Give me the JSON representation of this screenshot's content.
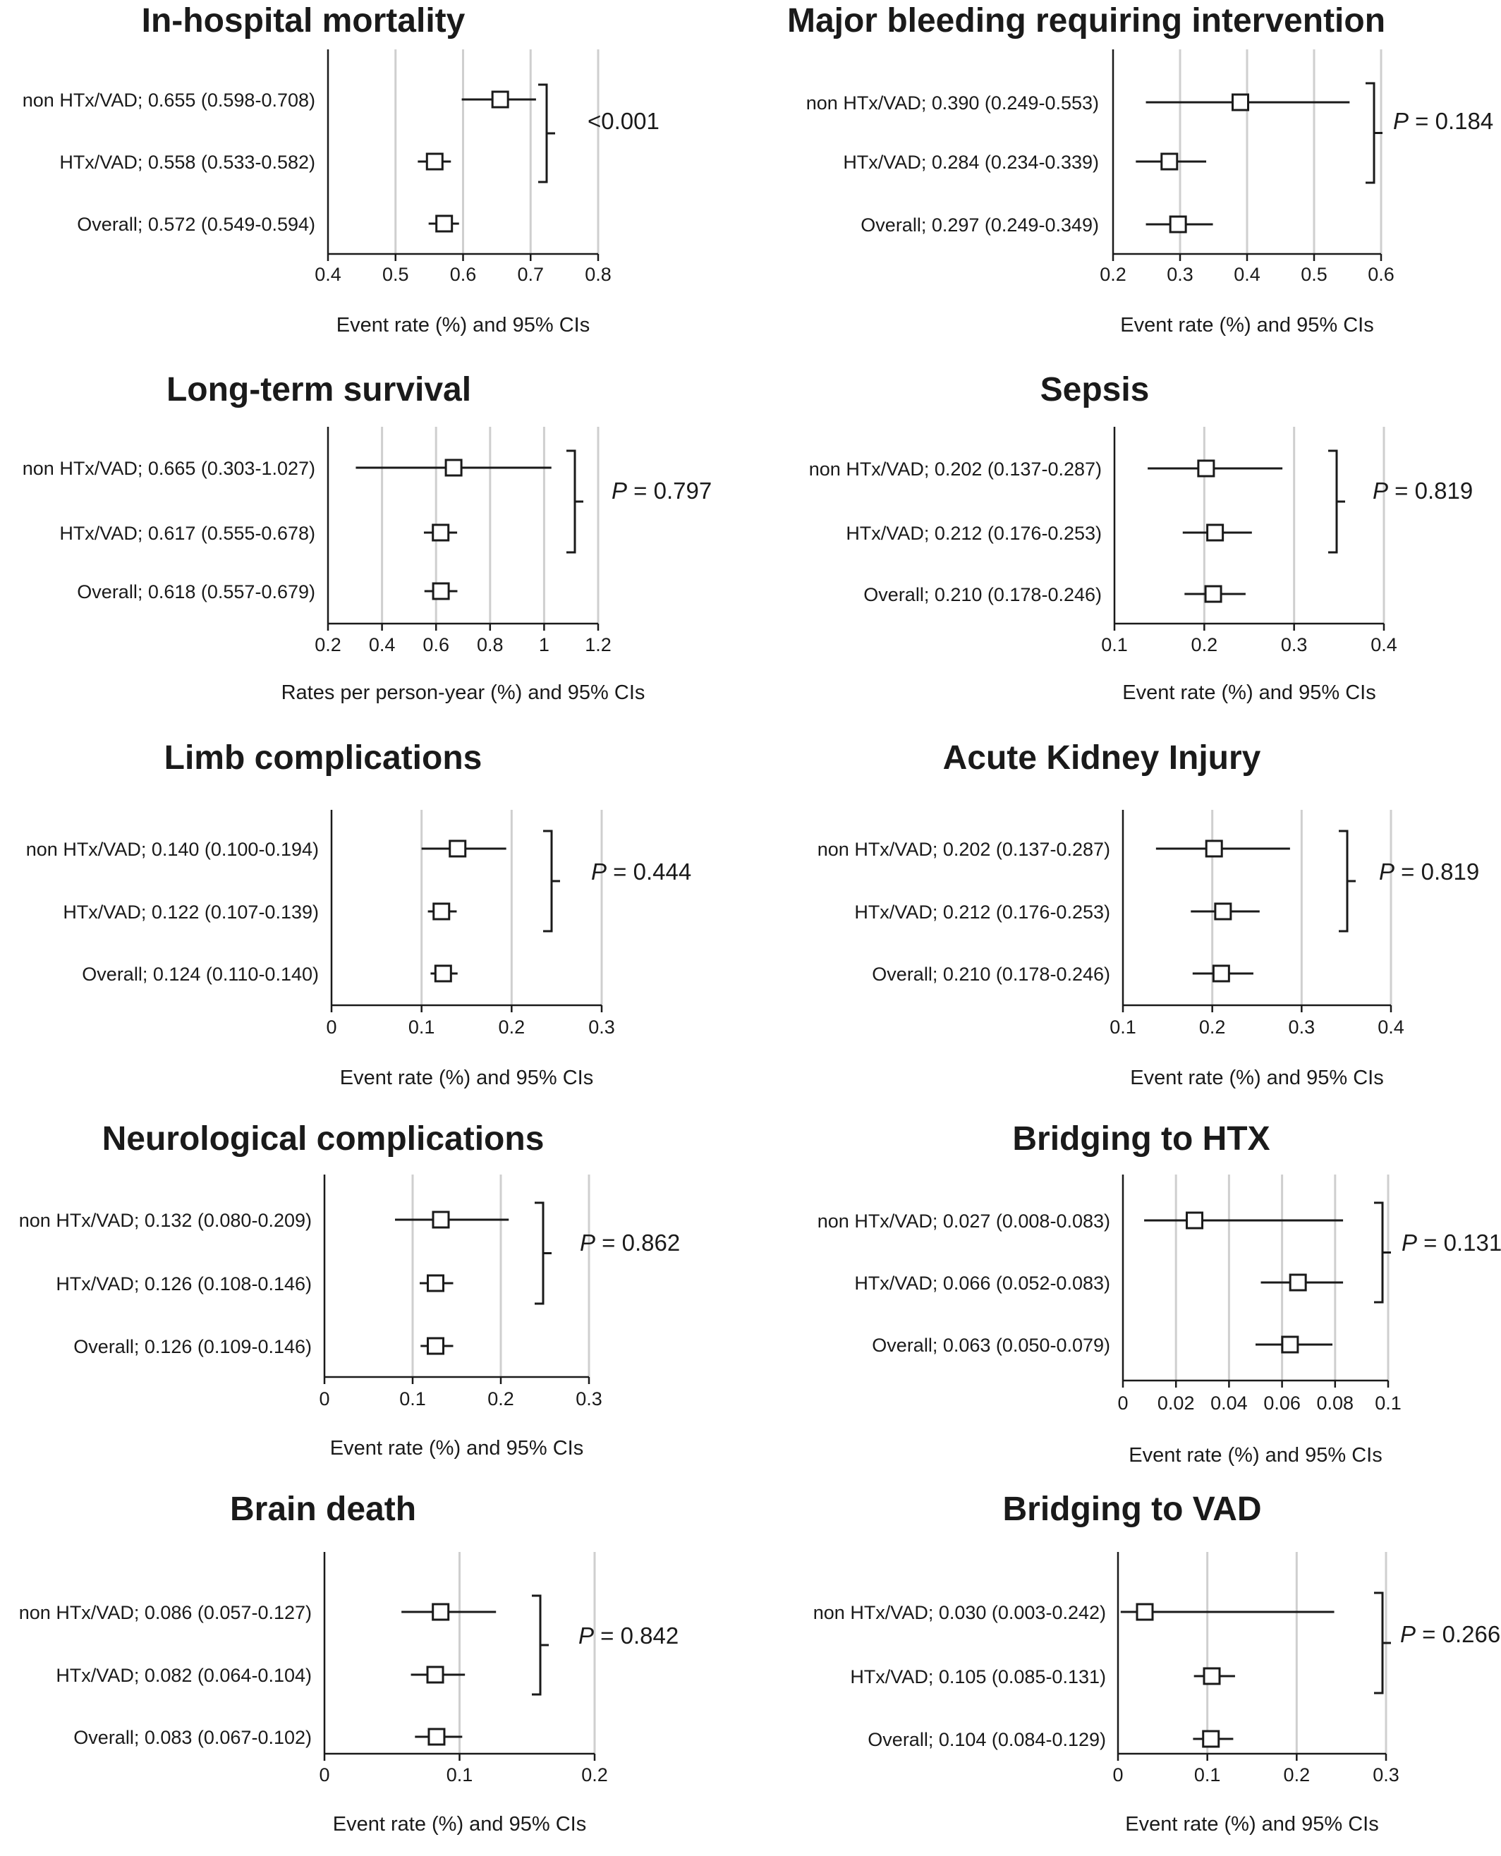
{
  "chart_data": [
    {
      "type": "forest",
      "title": "In-hospital mortality",
      "xlabel": "Event rate (%) and 95% CIs",
      "xlim": [
        0.4,
        0.8
      ],
      "ticks": [
        0.4,
        0.5,
        0.6,
        0.7,
        0.8
      ],
      "tick_labels": [
        "0.4",
        "0.5",
        "0.6",
        "0.7",
        "0.8"
      ],
      "grid": true,
      "rows": [
        {
          "label": "non HTx/VAD; 0.655 (0.598-0.708)",
          "value": 0.655,
          "ci": [
            0.598,
            0.708
          ]
        },
        {
          "label": "HTx/VAD; 0.558 (0.533-0.582)",
          "value": 0.558,
          "ci": [
            0.533,
            0.582
          ]
        },
        {
          "label": "Overall; 0.572 (0.549-0.594)",
          "value": 0.572,
          "ci": [
            0.549,
            0.594
          ]
        }
      ],
      "p_value": {
        "prefix": "",
        "text": "<0.001"
      }
    },
    {
      "type": "forest",
      "title": "Major bleeding requiring intervention",
      "xlabel": "Event rate (%) and 95% CIs",
      "xlim": [
        0.2,
        0.6
      ],
      "ticks": [
        0.2,
        0.3,
        0.4,
        0.5,
        0.6
      ],
      "tick_labels": [
        "0.2",
        "0.3",
        "0.4",
        "0.5",
        "0.6"
      ],
      "grid": true,
      "rows": [
        {
          "label": "non HTx/VAD; 0.390 (0.249-0.553)",
          "value": 0.39,
          "ci": [
            0.249,
            0.553
          ]
        },
        {
          "label": "HTx/VAD; 0.284 (0.234-0.339)",
          "value": 0.284,
          "ci": [
            0.234,
            0.339
          ]
        },
        {
          "label": "Overall; 0.297 (0.249-0.349)",
          "value": 0.297,
          "ci": [
            0.249,
            0.349
          ]
        }
      ],
      "p_value": {
        "prefix": "P",
        "text": " = 0.184"
      }
    },
    {
      "type": "forest",
      "title": "Long-term survival",
      "xlabel": "Rates per person-year (%) and 95% CIs",
      "xlim": [
        0.2,
        1.2
      ],
      "ticks": [
        0.2,
        0.4,
        0.6,
        0.8,
        1.0,
        1.2
      ],
      "tick_labels": [
        "0.2",
        "0.4",
        "0.6",
        "0.8",
        "1",
        "1.2"
      ],
      "grid": true,
      "rows": [
        {
          "label": "non HTx/VAD; 0.665 (0.303-1.027)",
          "value": 0.665,
          "ci": [
            0.303,
            1.027
          ]
        },
        {
          "label": "HTx/VAD; 0.617 (0.555-0.678)",
          "value": 0.617,
          "ci": [
            0.555,
            0.678
          ]
        },
        {
          "label": "Overall; 0.618 (0.557-0.679)",
          "value": 0.618,
          "ci": [
            0.557,
            0.679
          ]
        }
      ],
      "p_value": {
        "prefix": "P",
        "text": " = 0.797"
      }
    },
    {
      "type": "forest",
      "title": "Sepsis",
      "xlabel": "Event rate (%) and 95% CIs",
      "xlim": [
        0.1,
        0.4
      ],
      "ticks": [
        0.1,
        0.2,
        0.3,
        0.4
      ],
      "tick_labels": [
        "0.1",
        "0.2",
        "0.3",
        "0.4"
      ],
      "grid": true,
      "rows": [
        {
          "label": "non HTx/VAD; 0.202 (0.137-0.287)",
          "value": 0.202,
          "ci": [
            0.137,
            0.287
          ]
        },
        {
          "label": "HTx/VAD; 0.212 (0.176-0.253)",
          "value": 0.212,
          "ci": [
            0.176,
            0.253
          ]
        },
        {
          "label": "Overall; 0.210 (0.178-0.246)",
          "value": 0.21,
          "ci": [
            0.178,
            0.246
          ]
        }
      ],
      "p_value": {
        "prefix": "P",
        "text": " = 0.819"
      }
    },
    {
      "type": "forest",
      "title": "Limb complications",
      "xlabel": "Event rate (%) and 95% CIs",
      "xlim": [
        0,
        0.3
      ],
      "ticks": [
        0,
        0.1,
        0.2,
        0.3
      ],
      "tick_labels": [
        "0",
        "0.1",
        "0.2",
        "0.3"
      ],
      "grid": true,
      "rows": [
        {
          "label": "non HTx/VAD; 0.140 (0.100-0.194)",
          "value": 0.14,
          "ci": [
            0.1,
            0.194
          ]
        },
        {
          "label": "HTx/VAD; 0.122 (0.107-0.139)",
          "value": 0.122,
          "ci": [
            0.107,
            0.139
          ]
        },
        {
          "label": "Overall; 0.124 (0.110-0.140)",
          "value": 0.124,
          "ci": [
            0.11,
            0.14
          ]
        }
      ],
      "p_value": {
        "prefix": "P",
        "text": " = 0.444"
      }
    },
    {
      "type": "forest",
      "title": "Acute Kidney Injury",
      "xlabel": "Event rate (%) and 95% CIs",
      "xlim": [
        0.1,
        0.4
      ],
      "ticks": [
        0.1,
        0.2,
        0.3,
        0.4
      ],
      "tick_labels": [
        "0.1",
        "0.2",
        "0.3",
        "0.4"
      ],
      "grid": true,
      "rows": [
        {
          "label": "non HTx/VAD; 0.202 (0.137-0.287)",
          "value": 0.202,
          "ci": [
            0.137,
            0.287
          ]
        },
        {
          "label": "HTx/VAD; 0.212 (0.176-0.253)",
          "value": 0.212,
          "ci": [
            0.176,
            0.253
          ]
        },
        {
          "label": "Overall; 0.210 (0.178-0.246)",
          "value": 0.21,
          "ci": [
            0.178,
            0.246
          ]
        }
      ],
      "p_value": {
        "prefix": "P",
        "text": " = 0.819"
      }
    },
    {
      "type": "forest",
      "title": "Neurological complications",
      "xlabel": "Event rate (%) and 95% CIs",
      "xlim": [
        0,
        0.3
      ],
      "ticks": [
        0,
        0.1,
        0.2,
        0.3
      ],
      "tick_labels": [
        "0",
        "0.1",
        "0.2",
        "0.3"
      ],
      "grid": true,
      "rows": [
        {
          "label": "non HTx/VAD; 0.132 (0.080-0.209)",
          "value": 0.132,
          "ci": [
            0.08,
            0.209
          ]
        },
        {
          "label": "HTx/VAD; 0.126 (0.108-0.146)",
          "value": 0.126,
          "ci": [
            0.108,
            0.146
          ]
        },
        {
          "label": "Overall; 0.126 (0.109-0.146)",
          "value": 0.126,
          "ci": [
            0.109,
            0.146
          ]
        }
      ],
      "p_value": {
        "prefix": "P",
        "text": " = 0.862"
      }
    },
    {
      "type": "forest",
      "title": "Bridging to HTX",
      "xlabel": "Event rate (%) and 95% CIs",
      "xlim": [
        0,
        0.1
      ],
      "ticks": [
        0,
        0.02,
        0.04,
        0.06,
        0.08,
        0.1
      ],
      "tick_labels": [
        "0",
        "0.02",
        "0.04",
        "0.06",
        "0.08",
        "0.1"
      ],
      "grid": true,
      "rows": [
        {
          "label": "non HTx/VAD; 0.027 (0.008-0.083)",
          "value": 0.027,
          "ci": [
            0.008,
            0.083
          ]
        },
        {
          "label": "HTx/VAD; 0.066 (0.052-0.083)",
          "value": 0.066,
          "ci": [
            0.052,
            0.083
          ]
        },
        {
          "label": "Overall; 0.063 (0.050-0.079)",
          "value": 0.063,
          "ci": [
            0.05,
            0.079
          ]
        }
      ],
      "p_value": {
        "prefix": "P",
        "text": " = 0.131"
      }
    },
    {
      "type": "forest",
      "title": "Brain death",
      "xlabel": "Event rate (%) and 95% CIs",
      "xlim": [
        0,
        0.2
      ],
      "ticks": [
        0,
        0.1,
        0.2
      ],
      "tick_labels": [
        "0",
        "0.1",
        "0.2"
      ],
      "grid": true,
      "rows": [
        {
          "label": "non HTx/VAD; 0.086 (0.057-0.127)",
          "value": 0.086,
          "ci": [
            0.057,
            0.127
          ]
        },
        {
          "label": "HTx/VAD; 0.082 (0.064-0.104)",
          "value": 0.082,
          "ci": [
            0.064,
            0.104
          ]
        },
        {
          "label": "Overall; 0.083 (0.067-0.102)",
          "value": 0.083,
          "ci": [
            0.067,
            0.102
          ]
        }
      ],
      "p_value": {
        "prefix": "P",
        "text": " = 0.842"
      }
    },
    {
      "type": "forest",
      "title": "Bridging to VAD",
      "xlabel": "Event rate (%) and 95% CIs",
      "xlim": [
        0,
        0.3
      ],
      "ticks": [
        0,
        0.1,
        0.2,
        0.3
      ],
      "tick_labels": [
        "0",
        "0.1",
        "0.2",
        "0.3"
      ],
      "grid": true,
      "rows": [
        {
          "label": "non HTx/VAD; 0.030 (0.003-0.242)",
          "value": 0.03,
          "ci": [
            0.003,
            0.242
          ]
        },
        {
          "label": "HTx/VAD; 0.105 (0.085-0.131)",
          "value": 0.105,
          "ci": [
            0.085,
            0.131
          ]
        },
        {
          "label": "Overall; 0.104 (0.084-0.129)",
          "value": 0.104,
          "ci": [
            0.084,
            0.129
          ]
        }
      ],
      "p_value": {
        "prefix": "P",
        "text": " = 0.266"
      }
    }
  ],
  "colors": {
    "ink": "#1a1a1a",
    "grid": "#cfcfcf",
    "marker_fill": "#ffffff"
  }
}
